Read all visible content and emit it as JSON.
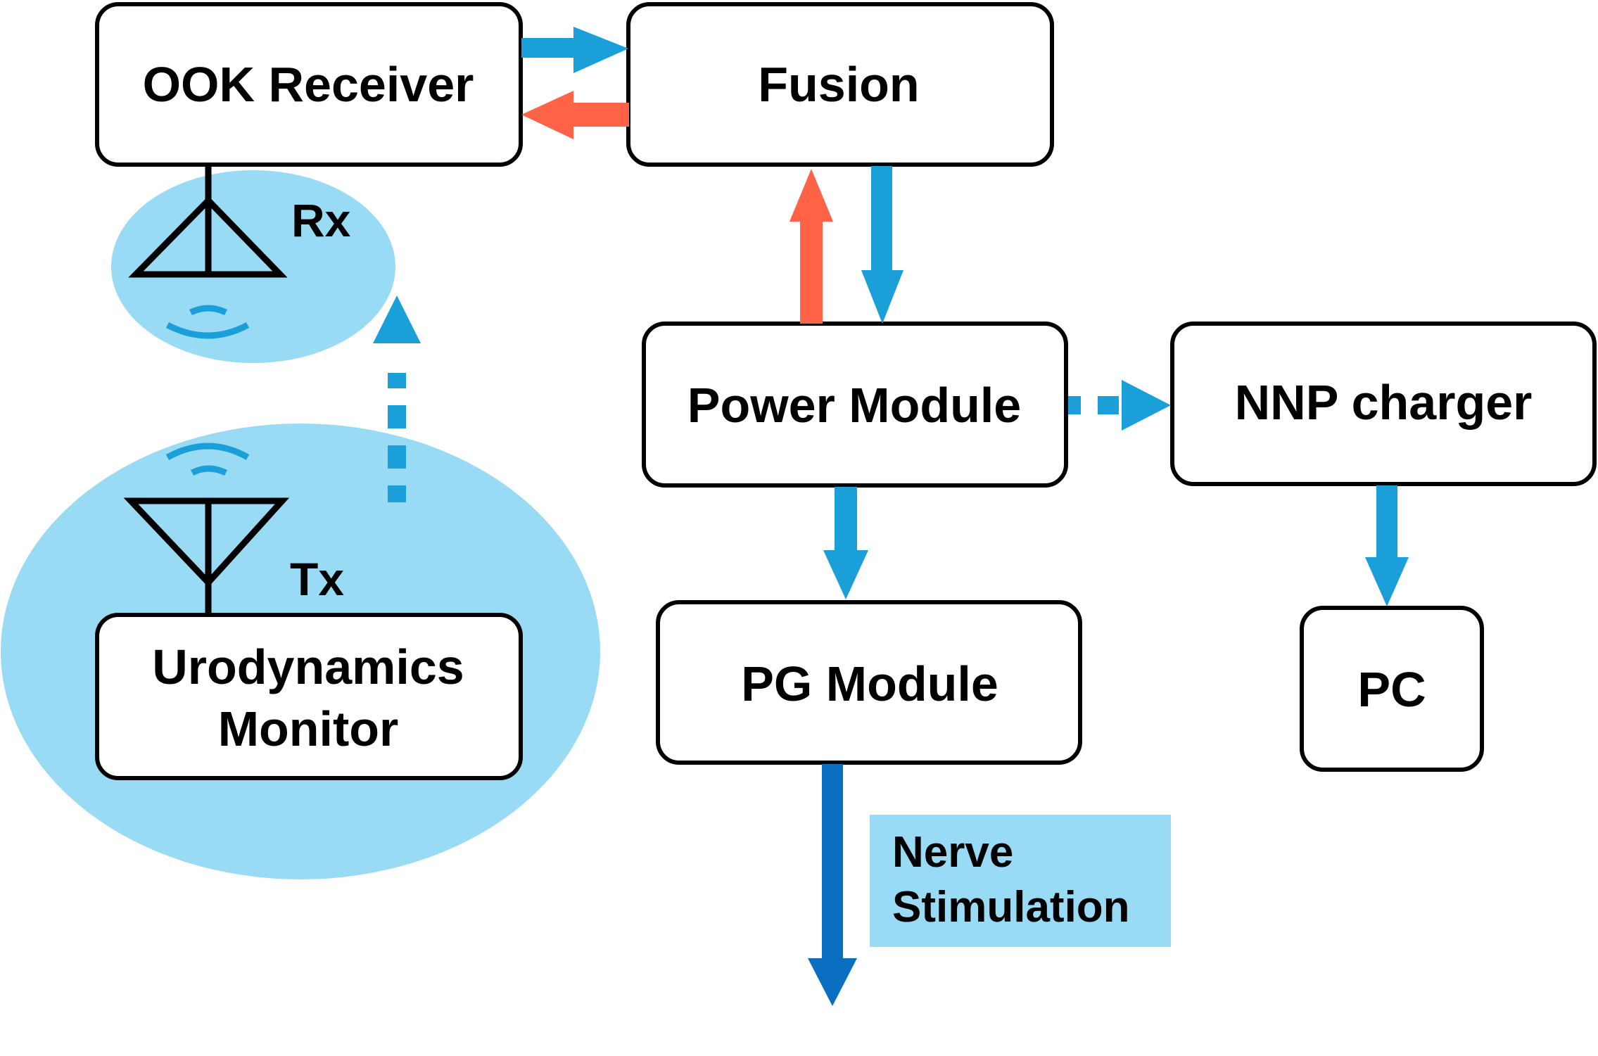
{
  "colors": {
    "blue_arrow": "#1a9fd9",
    "red_arrow": "#ff6347",
    "dark_blue_arrow": "#0a6fc0",
    "light_blue_fill": "#99dbf5",
    "box_stroke": "#000000",
    "box_fill": "#ffffff"
  },
  "nodes": {
    "ook_receiver": "OOK Receiver",
    "fusion": "Fusion",
    "power_module": "Power Module",
    "nnp_charger": "NNP charger",
    "pg_module": "PG Module",
    "pc": "PC",
    "urodynamics_monitor_line1": "Urodynamics",
    "urodynamics_monitor_line2": "Monitor"
  },
  "antennas": {
    "rx_label": "Rx",
    "tx_label": "Tx"
  },
  "output": {
    "label_line1": "Nerve",
    "label_line2": "Stimulation"
  },
  "icons": [
    "rx-antenna-icon",
    "tx-antenna-icon",
    "rx-signal-waves-icon",
    "tx-signal-waves-icon"
  ]
}
